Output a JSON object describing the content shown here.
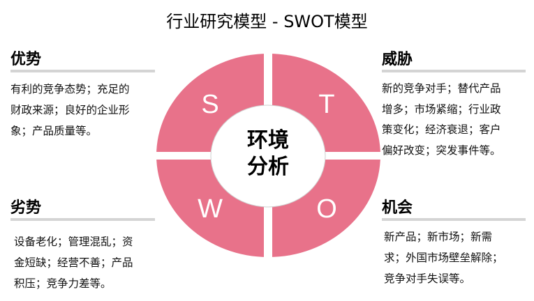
{
  "title": "行业研究模型 - SWOT模型",
  "colors": {
    "quadrant_fill": "#E8728A",
    "rule": "#D4D4D4",
    "text": "#111111",
    "letter": "#FFFFFF"
  },
  "center": {
    "line1": "环境",
    "line2": "分析"
  },
  "quadrants": {
    "s": {
      "letter": "S",
      "heading": "优势",
      "lines": [
        "有利的竞争态势；充足的",
        "财政来源；良好的企业形",
        "象；产品质量等。"
      ]
    },
    "t": {
      "letter": "T",
      "heading": "威胁",
      "lines": [
        "新的竞争对手；替代产品",
        "增多；市场紧缩；行业政",
        "策变化；经济衰退；客户",
        "偏好改变；突发事件等。"
      ]
    },
    "w": {
      "letter": "W",
      "heading": "劣势",
      "lines": [
        "设备老化；管理混乱；资",
        "金短缺；经营不善；产品",
        "积压；竞争力差等。"
      ]
    },
    "o": {
      "letter": "O",
      "heading": "机会",
      "lines": [
        "新产品；新市场；新需",
        "求；外国市场壁垒解除；",
        "竞争对手失误等。"
      ]
    }
  }
}
